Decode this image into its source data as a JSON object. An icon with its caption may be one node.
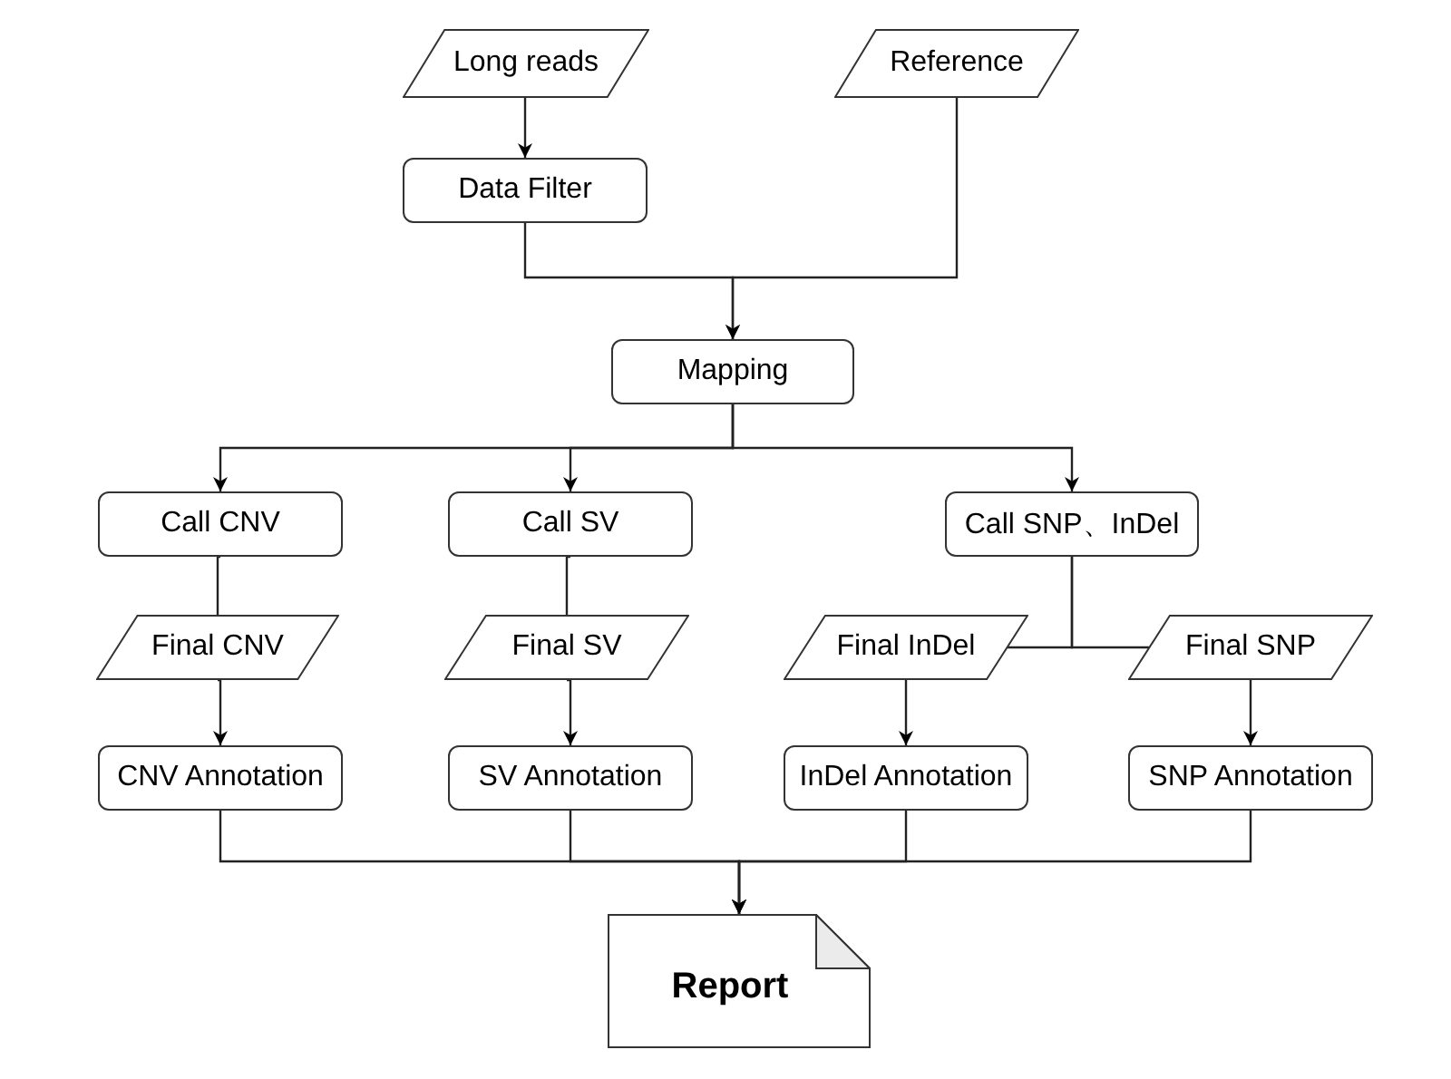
{
  "diagram": {
    "nodes": [
      {
        "text": [
          "Long reads"
        ]
      },
      {
        "text": [
          "Reference"
        ]
      },
      {
        "text": [
          "Data Filter"
        ]
      },
      {
        "text": [
          "Mapping"
        ]
      },
      {
        "text": [
          "Call CNV"
        ]
      },
      {
        "text": [
          "Call SV"
        ]
      },
      {
        "text": [
          "Call SNP、InDel"
        ]
      },
      {
        "text": [
          "Final CNV"
        ]
      },
      {
        "text": [
          "Final SV"
        ]
      },
      {
        "text": [
          "Final InDel"
        ]
      },
      {
        "text": [
          "Final SNP"
        ]
      },
      {
        "text": [
          "CNV Annotation"
        ]
      },
      {
        "text": [
          "SV Annotation"
        ]
      },
      {
        "text": [
          "InDel Annotation"
        ]
      },
      {
        "text": [
          "SNP Annotation"
        ]
      },
      {
        "text": [
          "Report"
        ]
      }
    ],
    "edges": [
      {
        "from": 0,
        "to": 2,
        "arrow": "to"
      },
      {
        "from": 2,
        "to": 3,
        "arrow": "to"
      },
      {
        "from": 1,
        "to": 3,
        "arrow": "to"
      },
      {
        "from": 3,
        "to": 4,
        "arrow": "to"
      },
      {
        "from": 3,
        "to": 5,
        "arrow": "to"
      },
      {
        "from": 3,
        "to": 6,
        "arrow": "to"
      },
      {
        "from": 4,
        "to": 7,
        "arrow": "none"
      },
      {
        "from": 7,
        "to": 11,
        "arrow": "to"
      },
      {
        "from": 5,
        "to": 8,
        "arrow": "none"
      },
      {
        "from": 8,
        "to": 12,
        "arrow": "to"
      },
      {
        "from": 6,
        "to": 9,
        "arrow": "none"
      },
      {
        "from": 6,
        "to": 10,
        "arrow": "none"
      },
      {
        "from": 9,
        "to": 13,
        "arrow": "to"
      },
      {
        "from": 10,
        "to": 14,
        "arrow": "to"
      },
      {
        "from": 11,
        "to": 15,
        "arrow": "to"
      },
      {
        "from": 12,
        "to": 15,
        "arrow": "to"
      },
      {
        "from": 13,
        "to": 15,
        "arrow": "to"
      },
      {
        "from": 14,
        "to": 15,
        "arrow": "to"
      }
    ]
  }
}
